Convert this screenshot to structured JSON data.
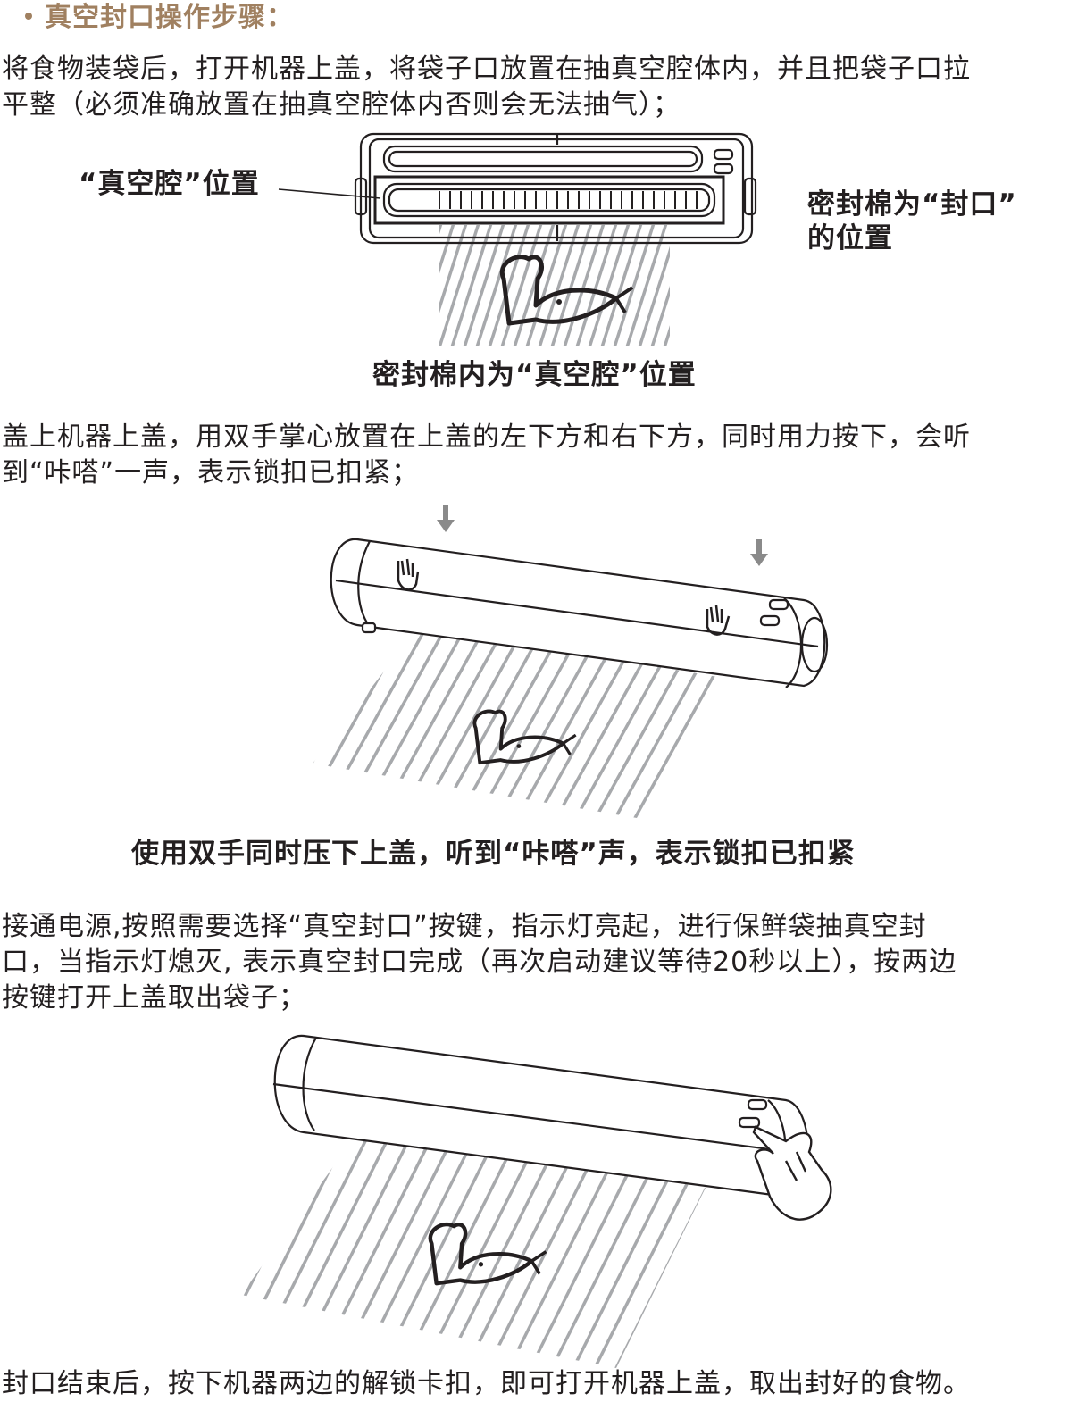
{
  "section": {
    "title": "真空封口操作步骤："
  },
  "steps": [
    {
      "lines": [
        "将食物装袋后，打开机器上盖，将袋子口放置在抽真空腔体内，并且把袋子口拉",
        "平整（必须准确放置在抽真空腔体内否则会无法抽气）；"
      ]
    },
    {
      "lines": [
        "盖上机器上盖，用双手掌心放置在上盖的左下方和右下方，同时用力按下，会听",
        "到“咔嗒”一声，表示锁扣已扣紧；"
      ]
    },
    {
      "lines": [
        "接通电源,按照需要选择“真空封口”按键，指示灯亮起，进行保鲜袋抽真空封",
        "口，当指示灯熄灭, 表示真空封口完成（再次启动建议等待20秒以上），按两边",
        "按键打开上盖取出袋子；"
      ]
    },
    {
      "lines": [
        "封口结束后，按下机器两边的解锁卡扣，即可打开机器上盖，取出封好的食物。"
      ]
    }
  ],
  "figure1": {
    "label_left": "“真空腔”位置",
    "label_right_lines": [
      "密封棉为“封口”",
      "的位置"
    ],
    "caption": "密封棉内为“真空腔”位置"
  },
  "figure2": {
    "caption": "使用双手同时压下上盖，听到“咔嗒”声，表示锁扣已扣紧"
  },
  "icons": {
    "arrow": "down-arrow-icon",
    "hand": "palm-press-icon",
    "finger": "finger-press-icon",
    "food": "bread-fish-icon"
  },
  "colors": {
    "accent": "#a08060",
    "text": "#231f20",
    "stripe": "#a7a9ac"
  }
}
